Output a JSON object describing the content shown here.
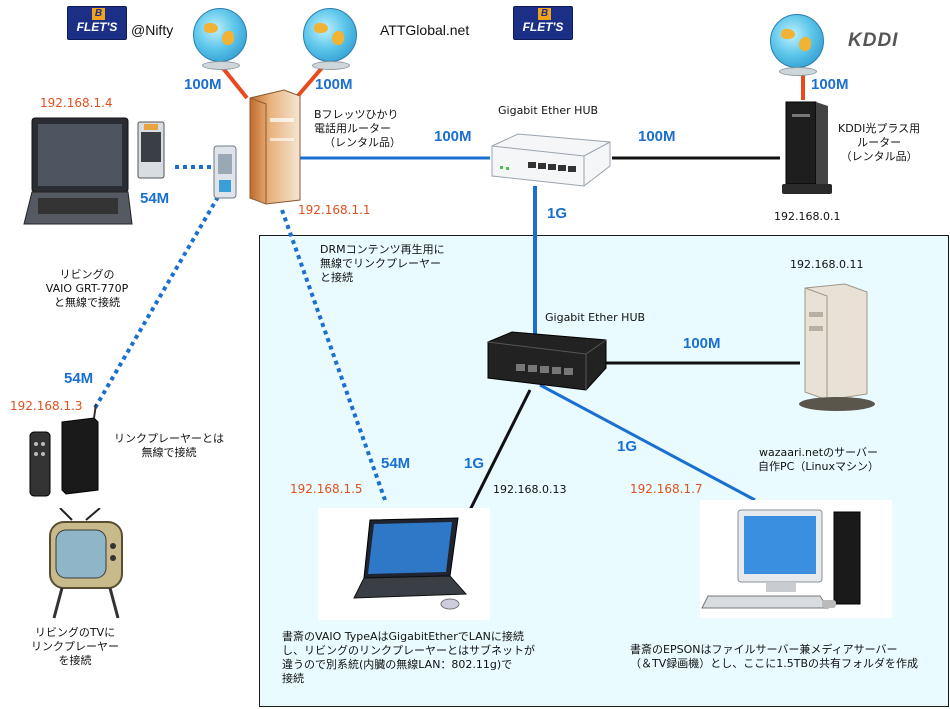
{
  "isps": {
    "nifty": "@Nifty",
    "att": "ATTGlobal.net",
    "kddi": "KDDI",
    "flets_badge": "FLET'S",
    "flets_b": "B"
  },
  "speeds": {
    "nifty_uplink": "100M",
    "att_uplink": "100M",
    "kddi_uplink": "100M",
    "router_to_hub": "100M",
    "hub_to_kddi": "100M",
    "hub_to_hub": "1G",
    "laptop_wireless": "54M",
    "linkplayer_wireless": "54M",
    "vaio_wireless": "54M",
    "hub_to_vaio": "1G",
    "hub_to_epson": "1G",
    "hub_to_server": "100M"
  },
  "labels": {
    "bflets_router": [
      "Bフレッツひかり",
      "電話用ルーター",
      "（レンタル品）"
    ],
    "hub_top": "Gigabit Ether HUB",
    "hub_mid": "Gigabit Ether HUB",
    "kddi_router": [
      "KDDI光プラス用",
      "ルーター",
      "（レンタル品）"
    ],
    "living_vaio": [
      "リビングの",
      "VAIO GRT-770P",
      "と無線で接続"
    ],
    "drm": [
      "DRMコンテンツ再生用に",
      "無線でリンクプレーヤー",
      "と接続"
    ],
    "linkplayer": [
      "リンクプレーヤーとは",
      "無線で接続"
    ],
    "living_tv": [
      "リビングのTVに",
      "リンクプレーヤー",
      "を接続"
    ],
    "server": [
      "wazaari.netのサーバー",
      "自作PC（Linuxマシン）"
    ],
    "study_vaio": [
      "書斎のVAIO TypeAはGigabitEtherでLANに接続",
      "し、リビングのリンクプレーヤーとはサブネットが",
      "違うので別系統(内臓の無線LAN：802.11g)で",
      "接続"
    ],
    "study_epson": [
      "書斎のEPSONはファイルサーバー兼メディアサーバー",
      "（＆TV録画機）とし、ここに1.5TBの共有フォルダを作成"
    ]
  },
  "ips": {
    "living_vaio": "192.168.1.4",
    "router": "192.168.1.1",
    "kddi_router": "192.168.0.1",
    "linkplayer": "192.168.1.3",
    "server": "192.168.0.11",
    "study_vaio_wireless": "192.168.1.5",
    "study_vaio_wired": "192.168.0.13",
    "epson": "192.168.1.7"
  },
  "colors": {
    "ip_orange": "#e0501c",
    "speed_blue": "#1a6fd0",
    "wan_red": "#e8491d",
    "lan_blue": "#1a6fd0",
    "panel_bg": "#e9fbff"
  }
}
